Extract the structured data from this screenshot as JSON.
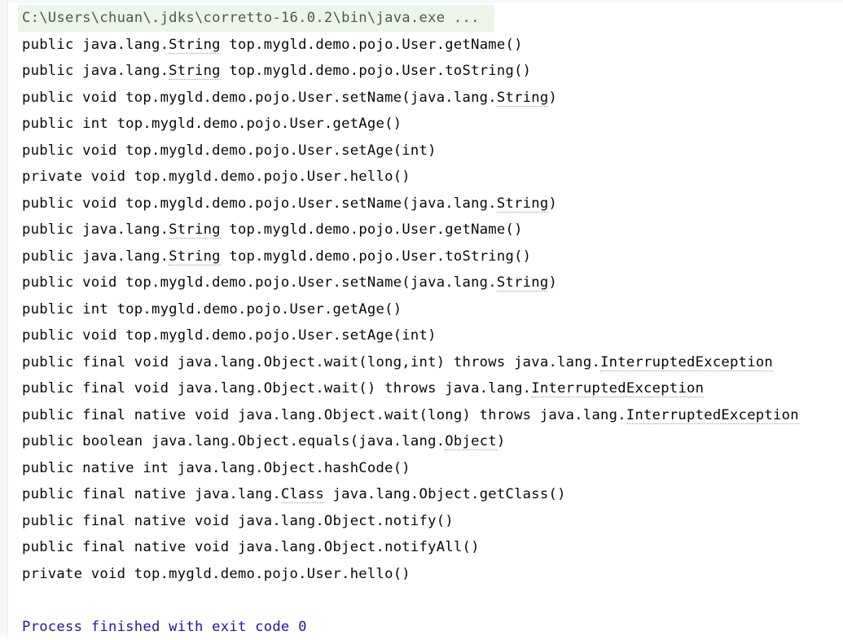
{
  "console": {
    "command": "C:\\Users\\chuan\\.jdks\\corretto-16.0.2\\bin\\java.exe ...",
    "lines": [
      [
        {
          "t": "public java.lang."
        },
        {
          "t": "String",
          "u": true
        },
        {
          "t": " top.mygld.demo.pojo.User.getName()"
        }
      ],
      [
        {
          "t": "public java.lang."
        },
        {
          "t": "String",
          "u": true
        },
        {
          "t": " top.mygld.demo.pojo.User.toString()"
        }
      ],
      [
        {
          "t": "public void top.mygld.demo.pojo.User.setName(java.lang."
        },
        {
          "t": "String",
          "u": true
        },
        {
          "t": ")"
        }
      ],
      [
        {
          "t": "public int top.mygld.demo.pojo.User.getAge()"
        }
      ],
      [
        {
          "t": "public void top.mygld.demo.pojo.User.setAge(int)"
        }
      ],
      [
        {
          "t": "private void top.mygld.demo.pojo.User.hello()"
        }
      ],
      [
        {
          "t": "public void top.mygld.demo.pojo.User.setName(java.lang."
        },
        {
          "t": "String",
          "u": true
        },
        {
          "t": ")"
        }
      ],
      [
        {
          "t": "public java.lang."
        },
        {
          "t": "String",
          "u": true
        },
        {
          "t": " top.mygld.demo.pojo.User.getName()"
        }
      ],
      [
        {
          "t": "public java.lang."
        },
        {
          "t": "String",
          "u": true
        },
        {
          "t": " top.mygld.demo.pojo.User.toString()"
        }
      ],
      [
        {
          "t": "public void top.mygld.demo.pojo.User.setName(java.lang."
        },
        {
          "t": "String",
          "u": true
        },
        {
          "t": ")"
        }
      ],
      [
        {
          "t": "public int top.mygld.demo.pojo.User.getAge()"
        }
      ],
      [
        {
          "t": "public void top.mygld.demo.pojo.User.setAge(int)"
        }
      ],
      [
        {
          "t": "public final void java.lang.Object.wait(long,int) throws java.lang."
        },
        {
          "t": "InterruptedException",
          "u": true
        }
      ],
      [
        {
          "t": "public final void java.lang.Object.wait() throws java.lang."
        },
        {
          "t": "InterruptedException",
          "u": true
        }
      ],
      [
        {
          "t": "public final native void java.lang.Object.wait(long) throws java.lang."
        },
        {
          "t": "InterruptedException",
          "u": true
        }
      ],
      [
        {
          "t": "public boolean java.lang.Object.equals(java.lang."
        },
        {
          "t": "Object",
          "u": true
        },
        {
          "t": ")"
        }
      ],
      [
        {
          "t": "public native int java.lang.Object.hashCode()"
        }
      ],
      [
        {
          "t": "public final native java.lang."
        },
        {
          "t": "Class",
          "u": true
        },
        {
          "t": " java.lang.Object.getClass()"
        }
      ],
      [
        {
          "t": "public final native void java.lang.Object.notify()"
        }
      ],
      [
        {
          "t": "public final native void java.lang.Object.notifyAll()"
        }
      ],
      [
        {
          "t": "private void top.mygld.demo.pojo.User.hello()"
        }
      ]
    ],
    "exit_message": "Process finished with exit code 0"
  }
}
